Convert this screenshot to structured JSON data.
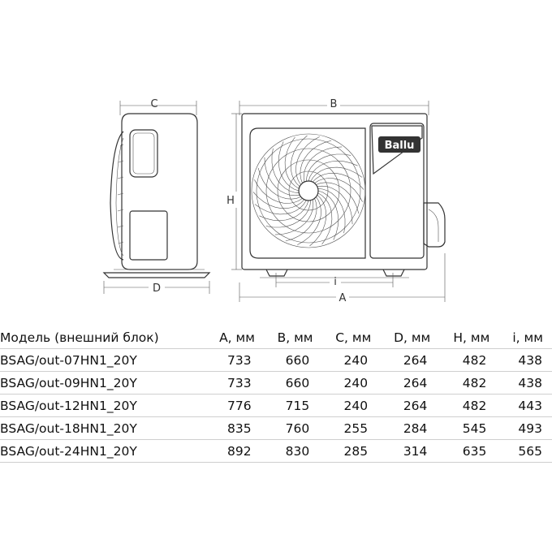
{
  "dimensions": {
    "A": "A",
    "B": "B",
    "C": "C",
    "D": "D",
    "H": "H",
    "i": "i"
  },
  "brand": {
    "logo_text": "Ballu"
  },
  "table": {
    "headers": [
      "Модель (внешний блок)",
      "A, мм",
      "B, мм",
      "C, мм",
      "D, мм",
      "H, мм",
      "i, мм"
    ],
    "rows": [
      [
        "BSAG/out-07HN1_20Y",
        "733",
        "660",
        "240",
        "264",
        "482",
        "438"
      ],
      [
        "BSAG/out-09HN1_20Y",
        "733",
        "660",
        "240",
        "264",
        "482",
        "438"
      ],
      [
        "BSAG/out-12HN1_20Y",
        "776",
        "715",
        "240",
        "264",
        "482",
        "443"
      ],
      [
        "BSAG/out-18HN1_20Y",
        "835",
        "760",
        "255",
        "284",
        "545",
        "493"
      ],
      [
        "BSAG/out-24HN1_20Y",
        "892",
        "830",
        "285",
        "314",
        "635",
        "565"
      ]
    ]
  }
}
